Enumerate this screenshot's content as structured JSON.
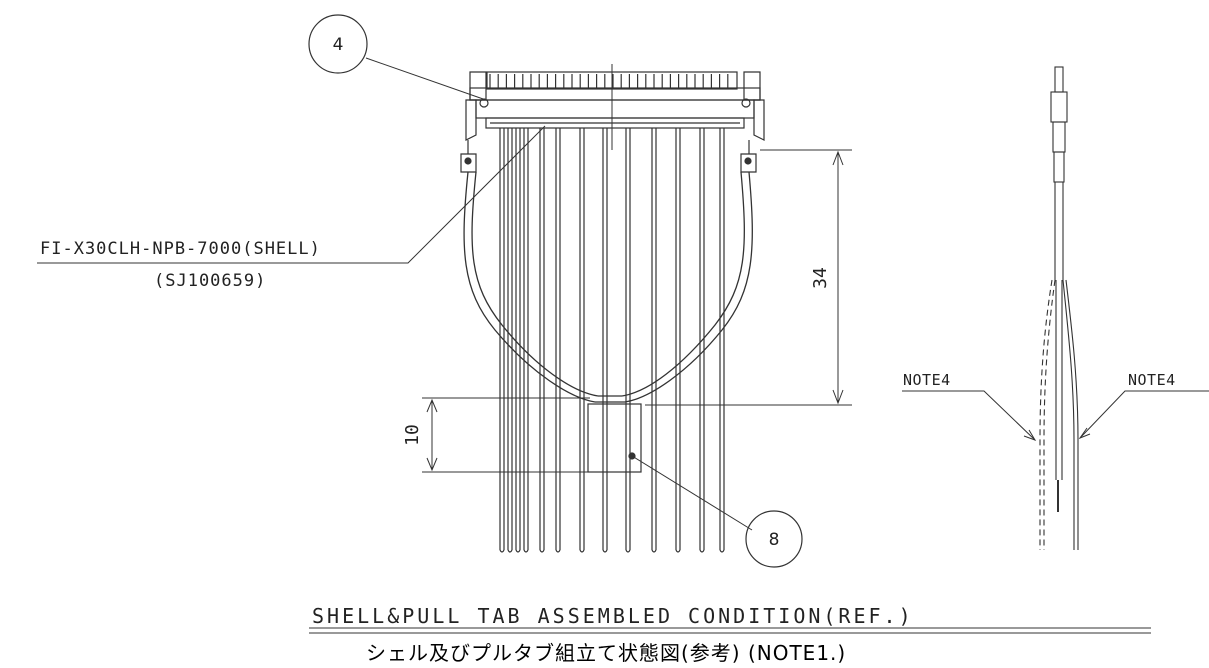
{
  "drawing": {
    "balloon_shell_item": "4",
    "balloon_tab_item": "8",
    "part_number": "FI-X30CLH-NPB-7000(SHELL)",
    "part_code": "(SJ100659)",
    "dim_height": "34",
    "dim_tab": "10",
    "note_left": "NOTE4",
    "note_right": "NOTE4",
    "title": "SHELL&PULL TAB ASSEMBLED CONDITION(REF.)",
    "subtitle": "シェル及びプルタブ組立て状態図(参考) (NOTE1.)"
  }
}
